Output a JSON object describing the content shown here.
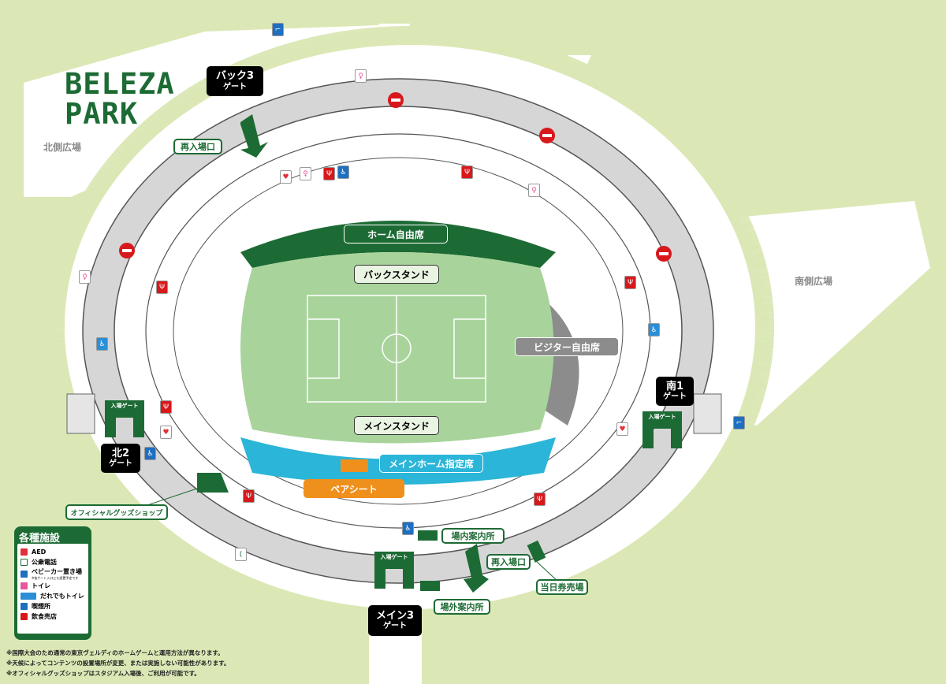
{
  "logo": {
    "line1": "BELEZA",
    "line2": "PARK"
  },
  "plazas": {
    "north": "北側広場",
    "south": "南側広場"
  },
  "gates": {
    "back3": {
      "name": "バック3",
      "sub": "ゲート"
    },
    "south1": {
      "name": "南1",
      "sub": "ゲート"
    },
    "north2": {
      "name": "北2",
      "sub": "ゲート"
    },
    "main3": {
      "name": "メイン3",
      "sub": "ゲート"
    },
    "entry_label": "入場ゲート"
  },
  "sections": {
    "home_free": "ホーム自由席",
    "back_stand": "バックスタンド",
    "visitor_free": "ビジター自由席",
    "main_stand": "メインスタンド",
    "main_home_reserved": "メインホーム指定席",
    "pair_seat": "ペアシート"
  },
  "facilities": {
    "reentry": "再入場口",
    "official_shop": "オフィシャルグッズショップ",
    "inner_info": "場内案内所",
    "outer_info": "場外案内所",
    "ticket_booth": "当日券売場"
  },
  "legend": {
    "title": "各種施設",
    "items": [
      {
        "label": "AED",
        "color": "#e0303a"
      },
      {
        "label": "公衆電話",
        "color": "#1d6b34"
      },
      {
        "label": "ベビーカー置き場",
        "note": "※各ゲート入口にも設置予定です",
        "color": "#1f6fc0"
      },
      {
        "label": "トイレ",
        "color": "#e6569a"
      },
      {
        "label": "だれでもトイレ",
        "color": "#2a8fd6"
      },
      {
        "label": "喫煙所",
        "color": "#1f6fc0"
      },
      {
        "label": "飲食売店",
        "color": "#d7191c"
      }
    ]
  },
  "notes": [
    "※国際大会のため通常の東京ヴェルディのホームゲームと運用方法が異なります。",
    "※天候によってコンテンツの設置場所が変更、または実施しない可能性があります。",
    "※オフィシャルグッズショップはスタジアム入場後、ご利用が可能です。"
  ],
  "colors": {
    "brand": "#1d6b34",
    "grass": "#dbe8b6",
    "field": "#a8d49c",
    "main_home": "#2bb5d8",
    "pair": "#ef8f1c",
    "visitor": "#8c8c8c"
  }
}
